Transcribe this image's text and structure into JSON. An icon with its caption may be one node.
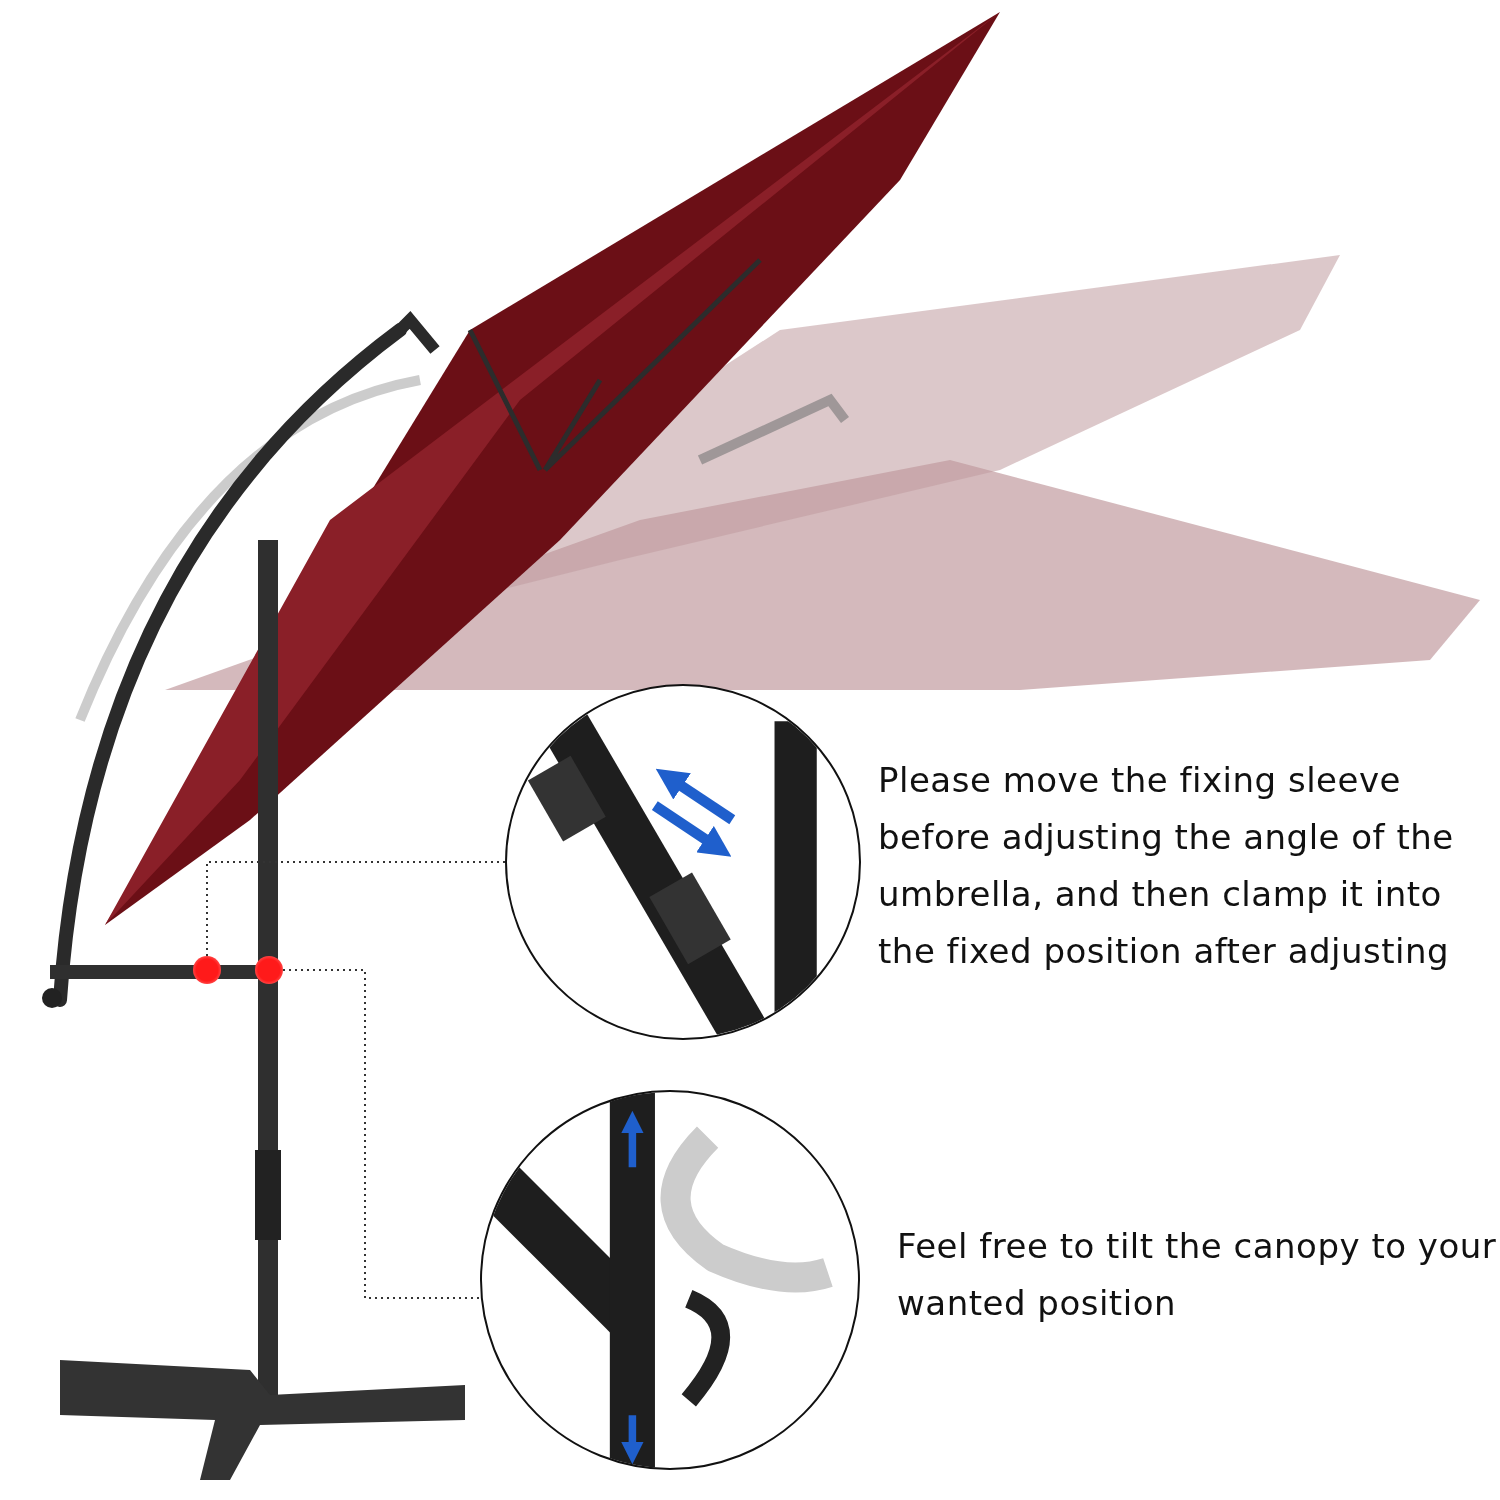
{
  "diagram": {
    "nodes": [
      {
        "text": [],
        "shape": "circle"
      },
      {
        "text": [],
        "shape": "circle"
      },
      {
        "text": [],
        "shape": "picture",
        "beside": [
          "Please move the fixing sleeve before adjusting the angle of the umbrella, and then clamp it into the fixed position after adjusting"
        ]
      },
      {
        "text": [],
        "shape": "picture",
        "beside": [
          "Feel free to tilt the canopy to your wanted position"
        ]
      }
    ],
    "edges": [
      {
        "from": 0,
        "to": 2,
        "arrow": "none",
        "style": "dashed"
      },
      {
        "from": 1,
        "to": 3,
        "arrow": "none",
        "style": "dashed"
      }
    ]
  }
}
